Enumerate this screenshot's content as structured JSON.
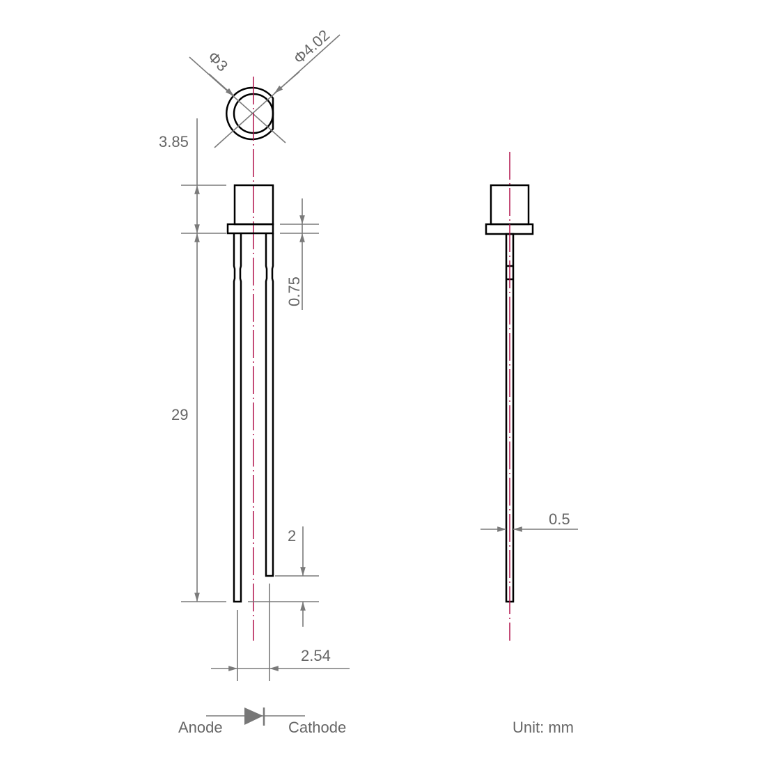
{
  "dimensions": {
    "inner_diameter": "Φ3",
    "outer_diameter": "Φ4.02",
    "body_height": "3.85",
    "flange_thickness": "0.75",
    "lead_length": "29",
    "lead_offset": "2",
    "lead_pitch": "2.54",
    "lead_width": "0.5"
  },
  "labels": {
    "anode": "Anode",
    "cathode": "Cathode",
    "unit": "Unit: mm"
  },
  "colors": {
    "outline": "#000000",
    "dimension": "#7a7a7a",
    "centerline": "#b0104a"
  }
}
